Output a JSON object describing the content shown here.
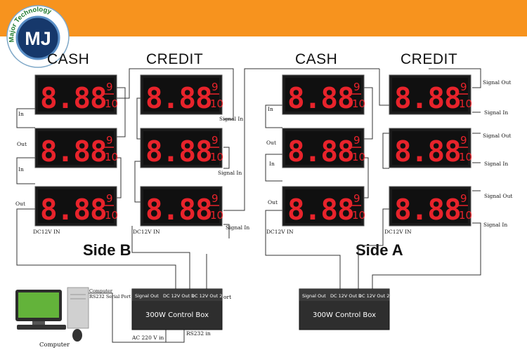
{
  "brand": {
    "logo_text": "MJ",
    "arc_text": "Major Technology"
  },
  "colors": {
    "banner": "#f7931e",
    "digit": "#e8232b",
    "panel": "#1a1a1a",
    "box": "#2e2e2e"
  },
  "headings": {
    "cash_b": "CASH",
    "credit_b": "CREDIT",
    "cash_a": "CASH",
    "credit_a": "CREDIT"
  },
  "sides": {
    "side_b": "Side B",
    "side_a": "Side A"
  },
  "display": {
    "digits": "8.88",
    "superscript": "9",
    "subscript": "10"
  },
  "labels": {
    "in": "In",
    "out": "Out",
    "dc12v_in": "DC12V IN",
    "signal_in": "Signal In",
    "signal_out": "Signal Out",
    "ac_220v_in": "AC 220 V in",
    "rs232_in": "RS232 in",
    "port_fragment": "ort"
  },
  "computer": {
    "label": "Computer",
    "port_label_line1": "Computer",
    "port_label_line2": "RS232 Serial Port"
  },
  "control_box": {
    "title": "300W Control Box",
    "ports": [
      "Signal Out",
      "DC 12V Out 1",
      "DC 12V Out 2"
    ]
  }
}
